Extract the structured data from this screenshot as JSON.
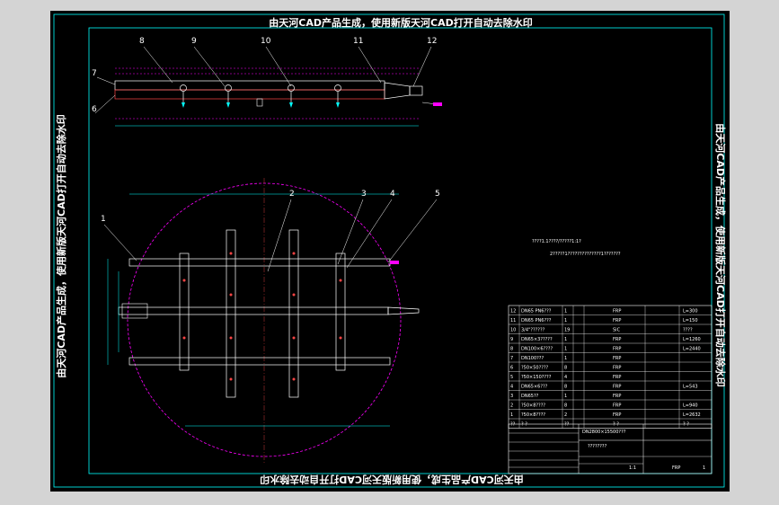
{
  "watermark": {
    "top": "由天河CAD产品生成，使用新版天河CAD打开自动去除水印",
    "bottom": "由天河CAD产品生成，使用新版天河CAD打开自动去除水印",
    "left": "由天河CAD产品生成，使用新版天河CAD打开自动去除水印",
    "right": "由天河CAD产品生成，使用新版天河CAD打开自动去除水印"
  },
  "top_view_labels": [
    "8",
    "9",
    "10",
    "11",
    "12",
    "7",
    "6"
  ],
  "plan_view_labels": [
    "1",
    "2",
    "3",
    "4",
    "5"
  ],
  "notes": {
    "line1": "????1.1????/?????1:1?",
    "line2": "2?????1??????????????1???????"
  },
  "parts": [
    {
      "no": "12",
      "name": "DN65 PN6???",
      "qty": "1",
      "mat": "FRP",
      "note": "L=300"
    },
    {
      "no": "11",
      "name": "DN65 PN6???",
      "qty": "1",
      "mat": "FRP",
      "note": "L=150"
    },
    {
      "no": "10",
      "name": "3/4\"??????",
      "qty": "19",
      "mat": "SiC",
      "note": "????"
    },
    {
      "no": "9",
      "name": "DN65×3?????",
      "qty": "1",
      "mat": "FRP",
      "note": "L=1260"
    },
    {
      "no": "8",
      "name": "DN100×6????",
      "qty": "1",
      "mat": "FRP",
      "note": "L=2440"
    },
    {
      "no": "7",
      "name": "DN100???",
      "qty": "1",
      "mat": "FRP",
      "note": ""
    },
    {
      "no": "6",
      "name": "?50×50????",
      "qty": "8",
      "mat": "FRP",
      "note": ""
    },
    {
      "no": "5",
      "name": "?50×150????",
      "qty": "4",
      "mat": "FRP",
      "note": ""
    },
    {
      "no": "4",
      "name": "DN65×6???",
      "qty": "8",
      "mat": "FRP",
      "note": "L=543"
    },
    {
      "no": "3",
      "name": "DN65??",
      "qty": "1",
      "mat": "FRP",
      "note": ""
    },
    {
      "no": "2",
      "name": "?50×8????",
      "qty": "8",
      "mat": "FRP",
      "note": "L=940"
    },
    {
      "no": "1",
      "name": "?50×8????",
      "qty": "2",
      "mat": "FRP",
      "note": "L=2632"
    }
  ],
  "parts_header": {
    "no": "??",
    "name": "?    ?",
    "qty": "??",
    "mat": "?   ?",
    "note": "?  ?"
  },
  "title_block": {
    "title": "DN2800×15500???",
    "subtitle": "????????",
    "material": "FRP",
    "sheet": "1",
    "scale": "1:1"
  }
}
